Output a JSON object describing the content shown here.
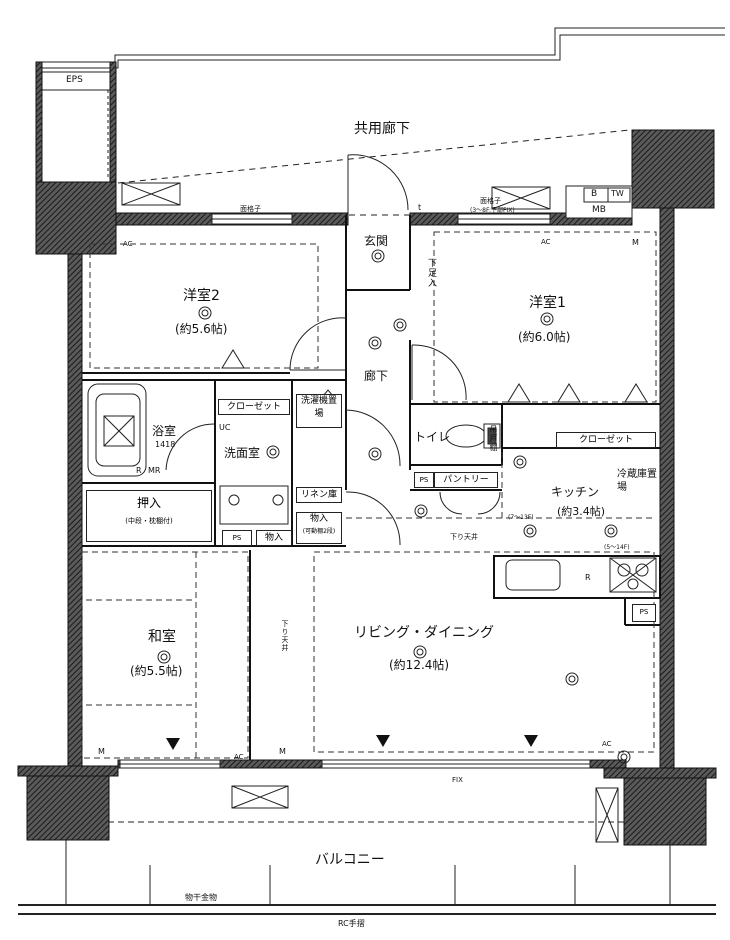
{
  "corridor": {
    "label": "共用廊下"
  },
  "eps": {
    "label": "EPS"
  },
  "mb": {
    "b": "B",
    "tw": "TW",
    "mb": "MB"
  },
  "lattices": {
    "bedroom2": "面格子",
    "bedroom1": "面格子",
    "bedroom1_note": "(3～8F:下部FIX)"
  },
  "rooms": {
    "bedroom2": {
      "name": "洋室2",
      "area": "(約5.6帖)"
    },
    "bedroom1": {
      "name": "洋室1",
      "area": "(約6.0帖)"
    },
    "entrance": {
      "name": "玄関"
    },
    "shoe_storage": {
      "name": "下足入"
    },
    "hallway": {
      "name": "廊下"
    },
    "bath": {
      "name": "浴室",
      "size": "1418"
    },
    "washroom": {
      "name": "洗面室"
    },
    "toilet": {
      "name": "トイレ"
    },
    "kitchen": {
      "name": "キッチン",
      "area": "(約3.4帖)"
    },
    "japanese": {
      "name": "和室",
      "area": "(約5.5帖)"
    },
    "living": {
      "name": "リビング・ダイニング",
      "area": "(約12.4帖)"
    },
    "balcony": {
      "name": "バルコニー"
    }
  },
  "fixtures": {
    "closet_bedroom2": "クローゼット",
    "closet_bedroom1": "クローゼット",
    "washer": "洗濯機置場",
    "linen": "リネン庫",
    "storage_label": "物入",
    "storage_note": "(可動棚2段)",
    "storage_small": "物入",
    "pantry": "パントリー",
    "fridge": "冷蔵庫置場",
    "oshiire": "押入",
    "oshiire_note": "(中段・枕棚付)",
    "ps": "PS",
    "r": "R",
    "mr": "MR",
    "uc": "UC",
    "m": "M",
    "ac": "AC",
    "t": "t",
    "toilet_shelf": "吊戸棚",
    "drop_ceiling": "下り天井",
    "drop_ceiling_v": "下り天井",
    "ceiling_note_a": "(7～13F)",
    "ceiling_note_b": "(5～14F)",
    "fix": "FIX",
    "hanger": "物干金物",
    "rail": "RC手摺"
  }
}
